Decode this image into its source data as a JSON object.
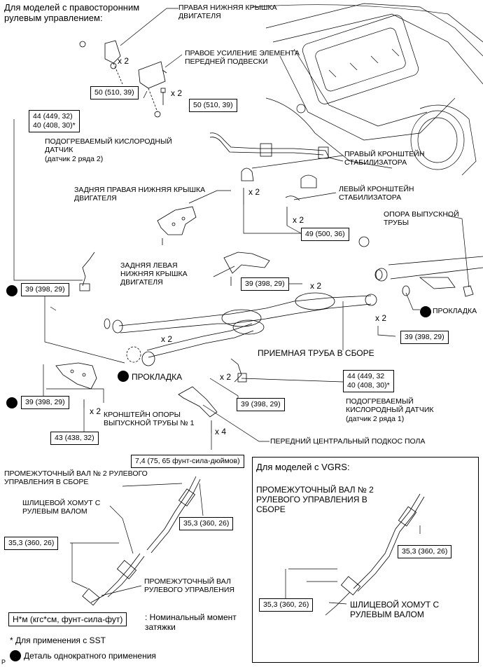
{
  "header": {
    "rhd_note": "Для моделей с правосторонним\nрулевым управлением:"
  },
  "labels": {
    "right_lower_cover": "ПРАВАЯ НИЖНЯЯ КРЫШКА\nДВИГАТЕЛЯ",
    "right_front_susp_reinf": "ПРАВОЕ УСИЛЕНИЕ ЭЛЕМЕНТА\nПЕРЕДНЕЙ ПОДВЕСКИ",
    "o2_sensor_b2s2": "ПОДОГРЕВАЕМЫЙ КИСЛОРОДНЫЙ\nДАТЧИК",
    "o2_sensor_b2s2_sub": "(датчик 2 ряда 2)",
    "right_stab_bracket": "ПРАВЫЙ КРОНШТЕЙН\nСТАБИЛИЗАТОРА",
    "rear_right_lower_cover": "ЗАДНЯЯ ПРАВАЯ НИЖНЯЯ КРЫШКА\nДВИГАТЕЛЯ",
    "left_stab_bracket": "ЛЕВЫЙ КРОНШТЕЙН\nСТАБИЛИЗАТОРА",
    "exhaust_support": "ОПОРА ВЫПУСКНОЙ\nТРУБЫ",
    "rear_left_lower_cover": "ЗАДНЯЯ ЛЕВАЯ\nНИЖНЯЯ КРЫШКА\nДВИГАТЕЛЯ",
    "gasket_right": "ПРОКЛАДКА",
    "front_pipe": "ПРИЕМНАЯ ТРУБА В СБОРЕ",
    "gasket_left": "ПРОКЛАДКА",
    "o2_sensor_b2s1": "ПОДОГРЕВАЕМЫЙ\nКИСЛОРОДНЫЙ ДАТЧИК",
    "o2_sensor_b2s1_sub": "(датчик 2 ряда 1)",
    "exhaust_bracket_1": "КРОНШТЕЙН ОПОРЫ\nВЫПУСКНОЙ ТРУБЫ № 1",
    "floor_brace": "ПЕРЕДНИЙ ЦЕНТРАЛЬНЫЙ ПОДКОС ПОЛА",
    "int_shaft_2": "ПРОМЕЖУТОЧНЫЙ ВАЛ № 2 РУЛЕВОГО\nУПРАВЛЕНИЯ В СБОРЕ",
    "spline_clamp": "ШЛИЦЕВОЙ ХОМУТ С\nРУЛЕВЫМ ВАЛОМ",
    "int_shaft": "ПРОМЕЖУТОЧНЫЙ ВАЛ\nРУЛЕВОГО УПРАВЛЕНИЯ",
    "vgrs_title": "Для моделей с VGRS:",
    "vgrs_int_shaft_2": "ПРОМЕЖУТОЧНЫЙ ВАЛ № 2\nРУЛЕВОГО УПРАВЛЕНИЯ В\nСБОРЕ",
    "vgrs_spline_clamp": "ШЛИЦЕВОЙ ХОМУТ С\nРУЛЕВЫМ ВАЛОМ"
  },
  "torques": {
    "t50a": "50 (510, 39)",
    "t50b": "50 (510, 39)",
    "t44a": "44 (449, 32)\n40 (408, 30)*",
    "t49": "49 (500, 36)",
    "t39a": "39 (398, 29)",
    "t39b": "39 (398, 29)",
    "t39c": "39 (398, 29)",
    "t44b": "44 (449, 32\n40 (408, 30)*",
    "t39d": "39 (398, 29)",
    "t39e": "39 (398, 29)",
    "t43": "43 (438, 32)",
    "t74": "7,4 (75, 65 фунт-сила-дюймов)",
    "t353a": "35,3 (360, 26)",
    "t353b": "35,3 (360, 26)",
    "t353c": "35,3 (360, 26)",
    "t353d": "35,3 (360, 26)"
  },
  "multipliers": {
    "m1": "x 2",
    "m2": "x 2",
    "m3": "x 2",
    "m4": "x 2",
    "m5": "x 2",
    "m6": "x 2",
    "m7": "x 2",
    "m8": "x 2",
    "m9": "x 2",
    "m10": "x 4"
  },
  "legend": {
    "unit_box": "Н*м (кгс*см, фунт-сила-фут)",
    "unit_desc": ": Номинальный момент\nзатяжки",
    "sst_note": "* Для применения с SST",
    "single_use": "Деталь однократного применения"
  },
  "corner_mark": "P"
}
